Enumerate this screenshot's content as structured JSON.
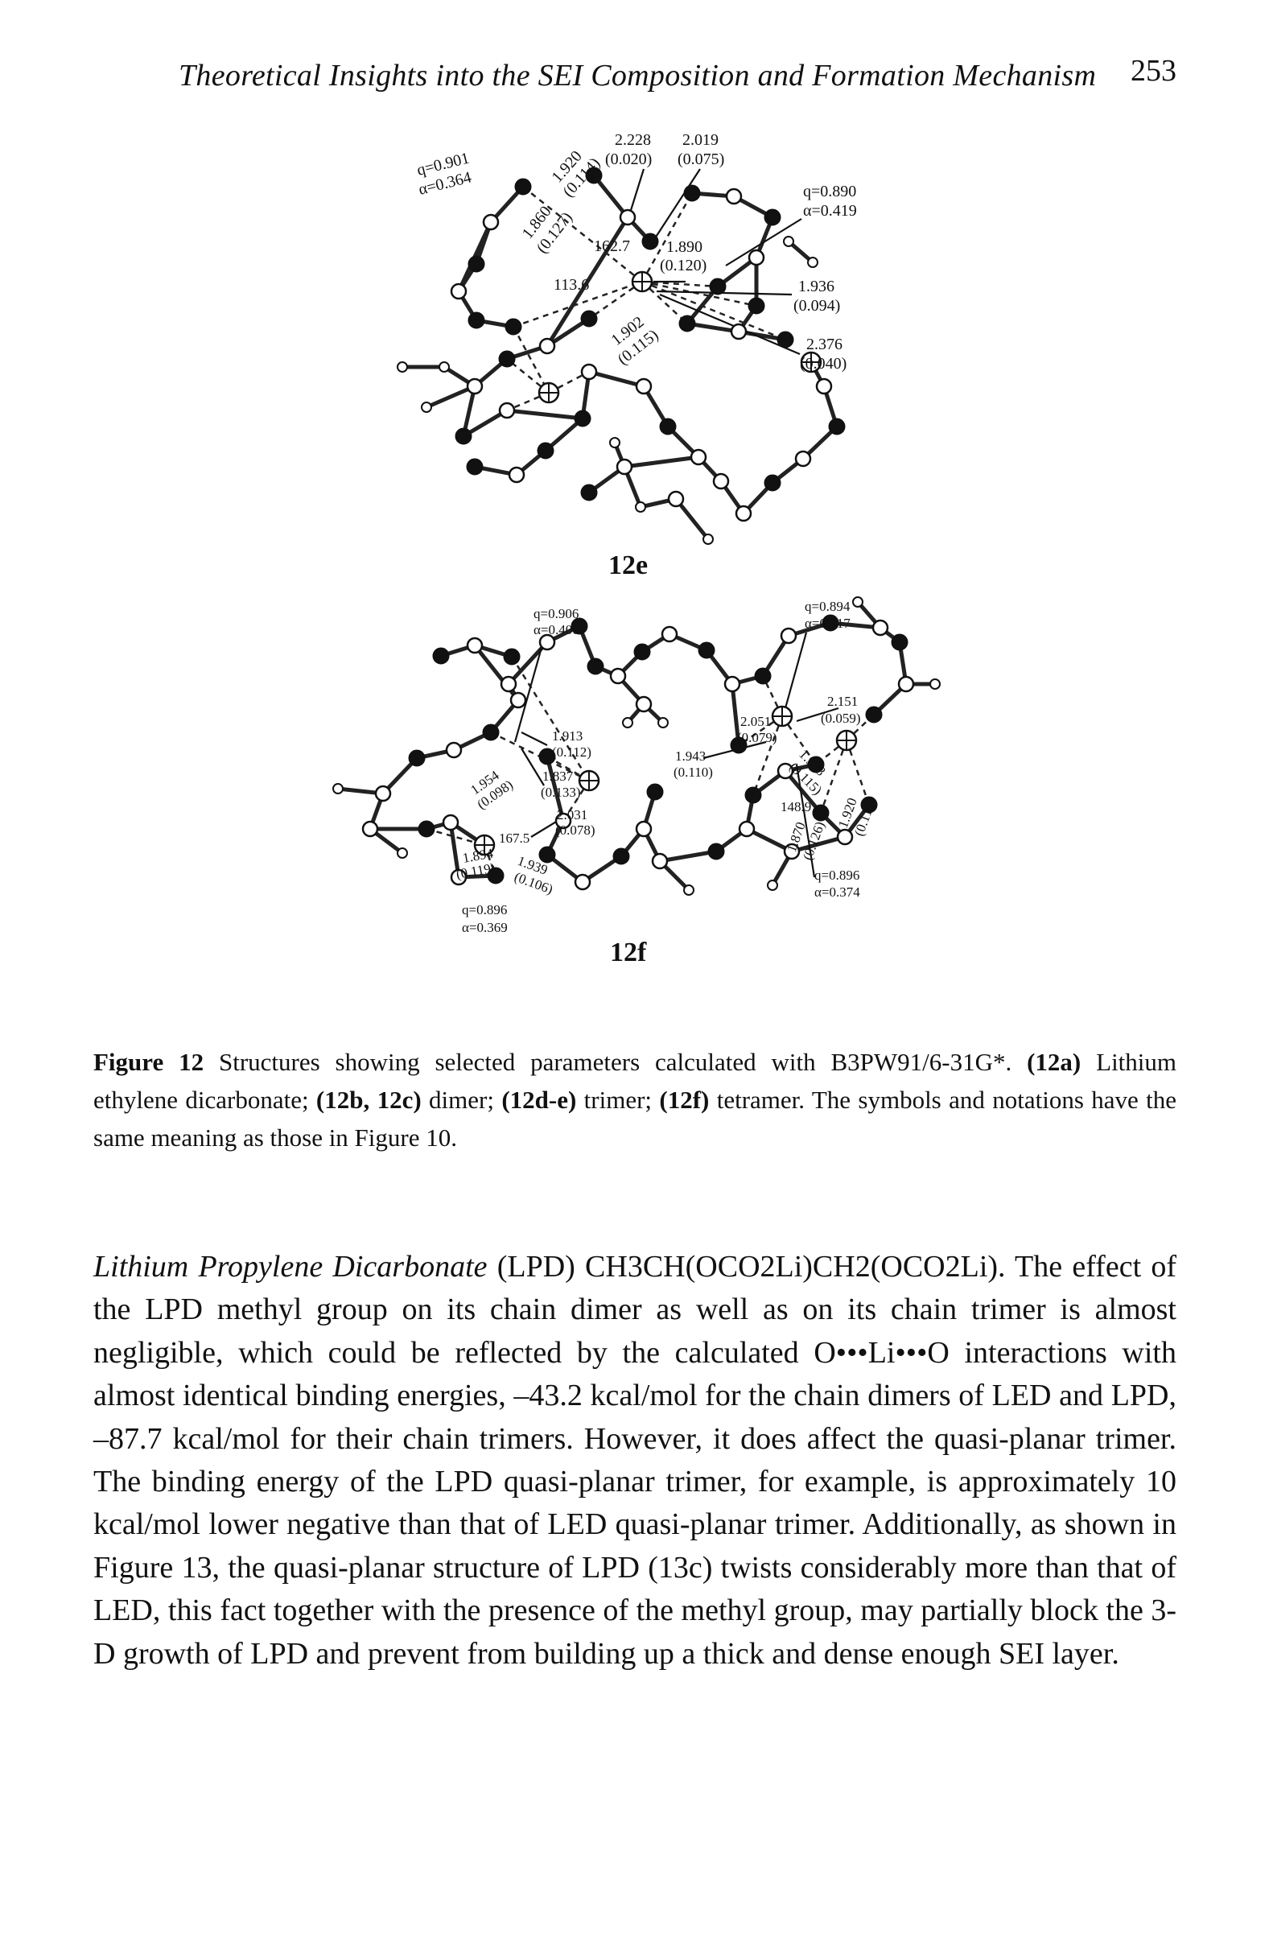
{
  "header": {
    "title": "Theoretical Insights into the SEI Composition and Formation Mechanism",
    "page_number": "253"
  },
  "figure": {
    "panel_e": {
      "label": "12e",
      "annotations": {
        "q1": "q=0.901",
        "a1": "α=0.364",
        "d1": "2.228",
        "d1q": "(0.020)",
        "d2": "2.019",
        "d2q": "(0.075)",
        "d3": "1.920",
        "d3q": "(0.114)",
        "d4": "1.860",
        "d4q": "(0.127)",
        "angle1": "162.7",
        "angle2": "113.6",
        "d5": "1.890",
        "d5q": "(0.120)",
        "d6": "1.902",
        "d6q": "(0.115)",
        "q2": "q=0.890",
        "a2": "α=0.419",
        "d7": "1.936",
        "d7q": "(0.094)",
        "d8": "2.376",
        "d8q": "(0.040)"
      }
    },
    "panel_f": {
      "label": "12f",
      "annotations": {
        "q1": "q=0.906",
        "a1": "α=0.400",
        "q2": "q=0.894",
        "a2": "α=0.417",
        "d1": "1.913",
        "d1q": "(0.112)",
        "d2": "1.837",
        "d2q": "(0.133)",
        "d3": "1.954",
        "d3q": "(0.098)",
        "d4": "2.031",
        "d4q": "(0.078)",
        "angle1": "167.5",
        "d5": "1.894",
        "d5q": "(0.119)",
        "d6": "1.939",
        "d6q": "(0.106)",
        "q3": "q=0.896",
        "a3": "α=0.369",
        "d7": "2.051",
        "d7q": "(0.079)",
        "d8": "2.151",
        "d8q": "(0.059)",
        "d9": "1.943",
        "d9q": "(0.110)",
        "d10": "1.908",
        "d10q": "(0.115)",
        "angle2": "148.9",
        "d11": "1.920",
        "d11q": "(0.113)",
        "d12": "1.870",
        "d12q": "(0.126)",
        "q4": "q=0.896",
        "a4": "α=0.374"
      }
    }
  },
  "caption": {
    "label": "Figure 12",
    "text1": " Structures showing selected parameters calculated with B3PW91/6-31G*. ",
    "b1": "(12a)",
    "text2": " Lithium ethylene dicarbonate; ",
    "b2": "(12b, 12c)",
    "text3": " dimer; ",
    "b3": "(12d-e)",
    "text4": " trimer; ",
    "b4": "(12f)",
    "text5": " tetramer. The symbols and notations have the same meaning as those in Figure 10."
  },
  "paragraph": {
    "lead": "Lithium Propylene Dicarbonate",
    "text": " (LPD) CH3CH(OCO2Li)CH2(OCO2Li). The effect of the LPD methyl group on its chain dimer as well as on its chain trimer is almost negligible, which could be reflected by the calculated O•••Li•••O interactions with almost identical binding energies, –43.2 kcal/mol for the chain dimers of LED and LPD, –87.7 kcal/mol for their chain trimers. However, it does affect the quasi-planar trimer. The binding energy of the LPD quasi-planar trimer, for example, is approximately 10 kcal/mol lower negative than that of LED quasi-planar trimer. Additionally, as shown in Figure 13, the quasi-planar structure of LPD (13c) twists considerably more than that of LED, this fact together with the presence of the methyl group, may partially block the 3-D growth of LPD and prevent from building up a thick and dense enough SEI layer."
  }
}
